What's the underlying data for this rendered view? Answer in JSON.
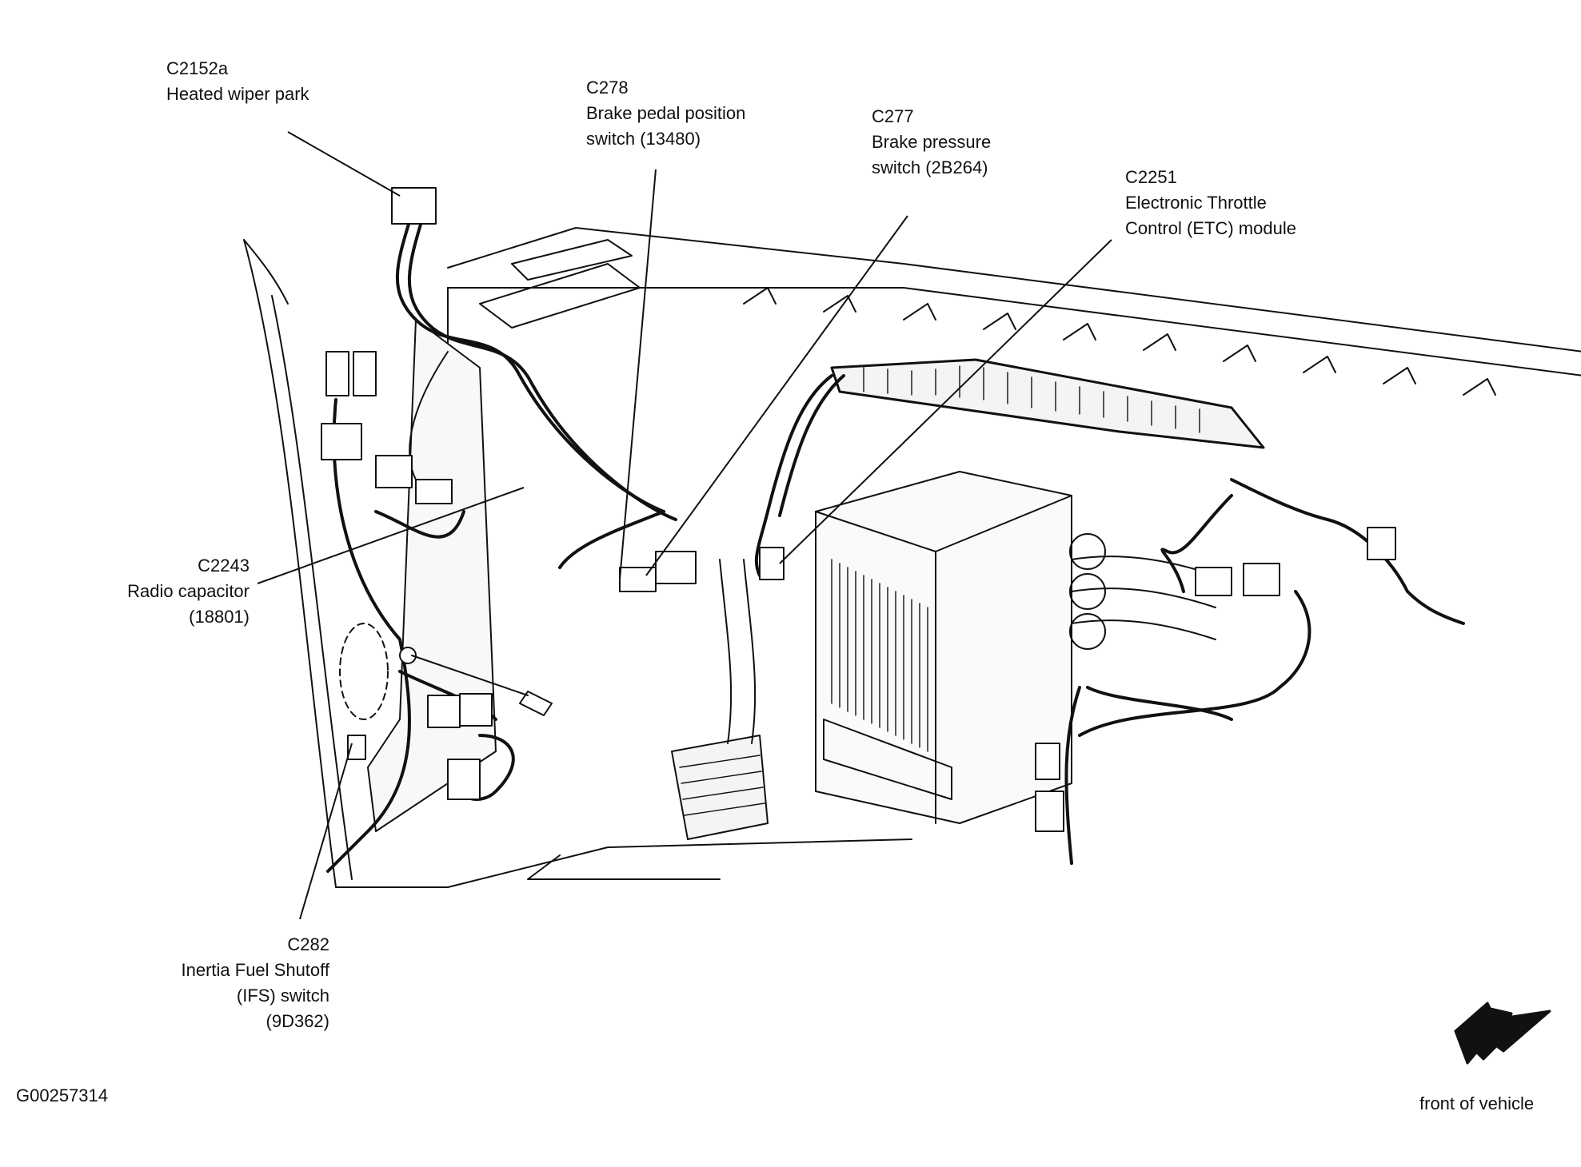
{
  "labels": {
    "c2152a": {
      "code": "C2152a",
      "line1": "Heated wiper park"
    },
    "c278": {
      "code": "C278",
      "line1": "Brake pedal position",
      "line2": "switch (13480)"
    },
    "c277": {
      "code": "C277",
      "line1": "Brake pressure",
      "line2": "switch (2B264)"
    },
    "c2251": {
      "code": "C2251",
      "line1": "Electronic Throttle",
      "line2": "Control (ETC) module"
    },
    "c2243": {
      "code": "C2243",
      "line1": "Radio capacitor",
      "line2": "(18801)"
    },
    "c282": {
      "code": "C282",
      "line1": "Inertia Fuel Shutoff",
      "line2": "(IFS) switch",
      "line3": "(9D362)"
    }
  },
  "figure_id": "G00257314",
  "orientation_label": "front of vehicle",
  "colors": {
    "ink": "#111111",
    "paper": "#ffffff",
    "fill": "#f4f4f4"
  }
}
